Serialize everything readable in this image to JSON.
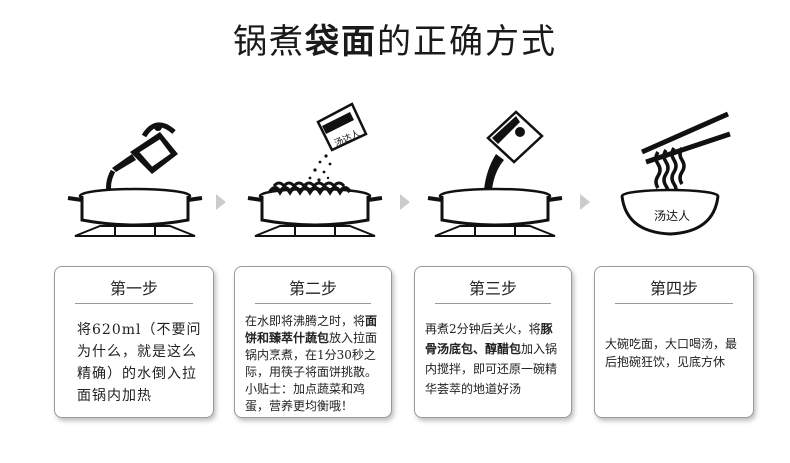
{
  "title": {
    "part1": "锅煮",
    "part2_bold": "袋面",
    "part3": "的正确方式"
  },
  "illustration_labels": {
    "packet_brand": "汤达人",
    "bowl_brand": "汤达人"
  },
  "steps": [
    {
      "heading": "第一步",
      "body": "将620ml（不要问为什么，就是这么精确）的水倒入拉面锅内加热"
    },
    {
      "heading": "第二步",
      "seg1": "在水即将沸腾之时，将",
      "seg2_bold": "面饼和臻萃什蔬包",
      "seg3": "放入拉面锅内烹煮，在1分30秒之际，用筷子将面饼挑散。",
      "tip": "小贴士：加点蔬菜和鸡蛋，营养更均衡哦！"
    },
    {
      "heading": "第三步",
      "seg1": "再煮2分钟后关火，将",
      "seg2_bold": "豚骨汤底包、醇醋包",
      "seg3": "加入锅内搅拌，即可还原一碗精华荟萃的地道好汤"
    },
    {
      "heading": "第四步",
      "body": "大碗吃面，大口喝汤，最后抱碗狂饮，见底方休"
    }
  ]
}
